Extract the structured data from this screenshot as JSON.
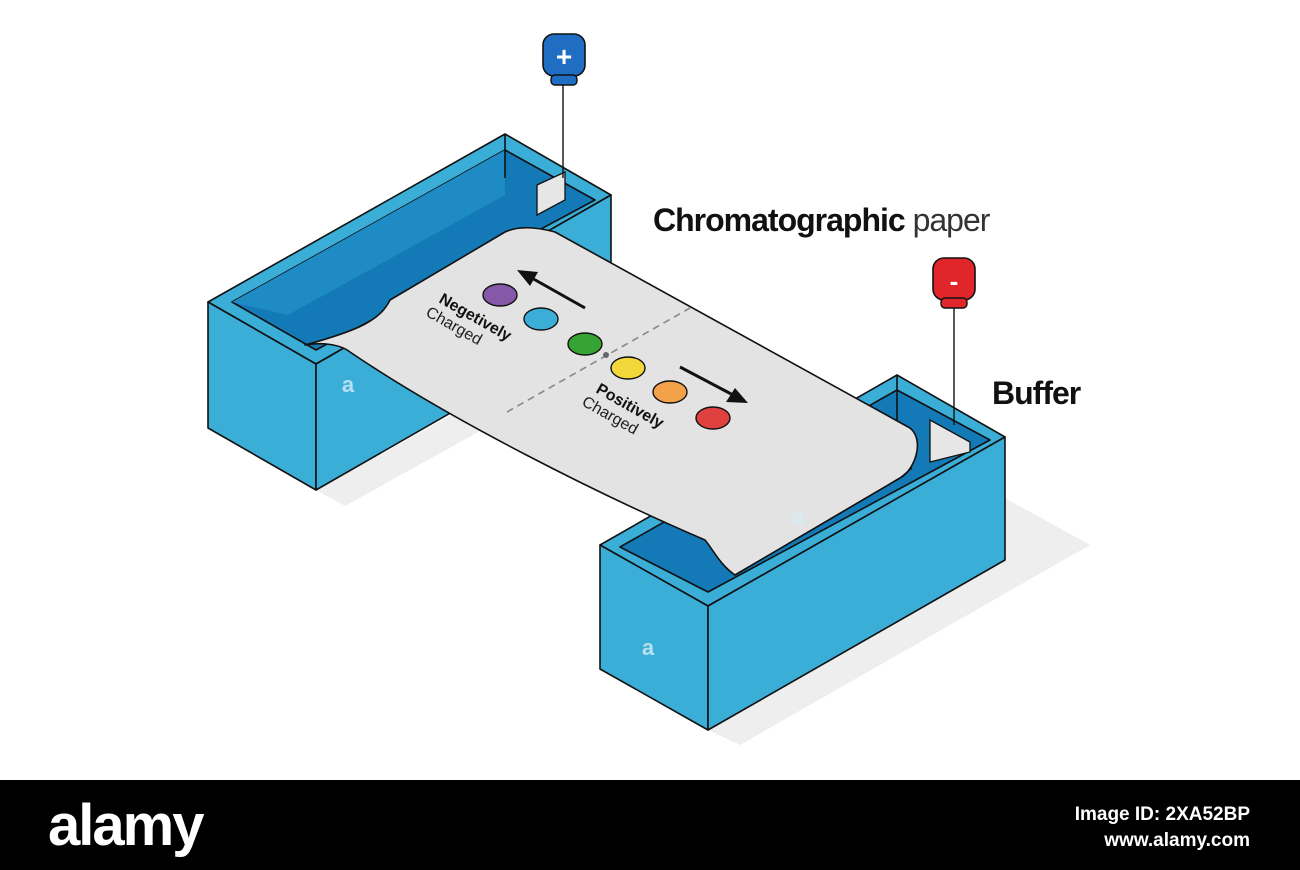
{
  "diagram": {
    "paper_label_bold": "Chromatographic",
    "paper_label_light": " paper",
    "buffer_label": "Buffer",
    "anode_sign": "+",
    "cathode_sign": "-",
    "negative_label_bold": "Negetively",
    "negative_label_light": "Charged",
    "positive_label_bold": "Positively",
    "positive_label_light": "Charged",
    "tank_watermark": "a",
    "colors": {
      "tank_front": "#3aaed7",
      "tank_inner": "#1479b7",
      "paper": "#e3e3e3",
      "anode": "#1f6ec4",
      "cathode": "#e0262a"
    },
    "spots": [
      {
        "name": "purple",
        "color": "#8757a8"
      },
      {
        "name": "blue",
        "color": "#3aaed7"
      },
      {
        "name": "green",
        "color": "#37a335"
      },
      {
        "name": "yellow",
        "color": "#f3d83c"
      },
      {
        "name": "orange",
        "color": "#f4a24a"
      },
      {
        "name": "red",
        "color": "#e0403f"
      }
    ]
  },
  "footer": {
    "brand": "alamy",
    "image_id": "Image ID: 2XA52BP",
    "site": "www.alamy.com"
  }
}
